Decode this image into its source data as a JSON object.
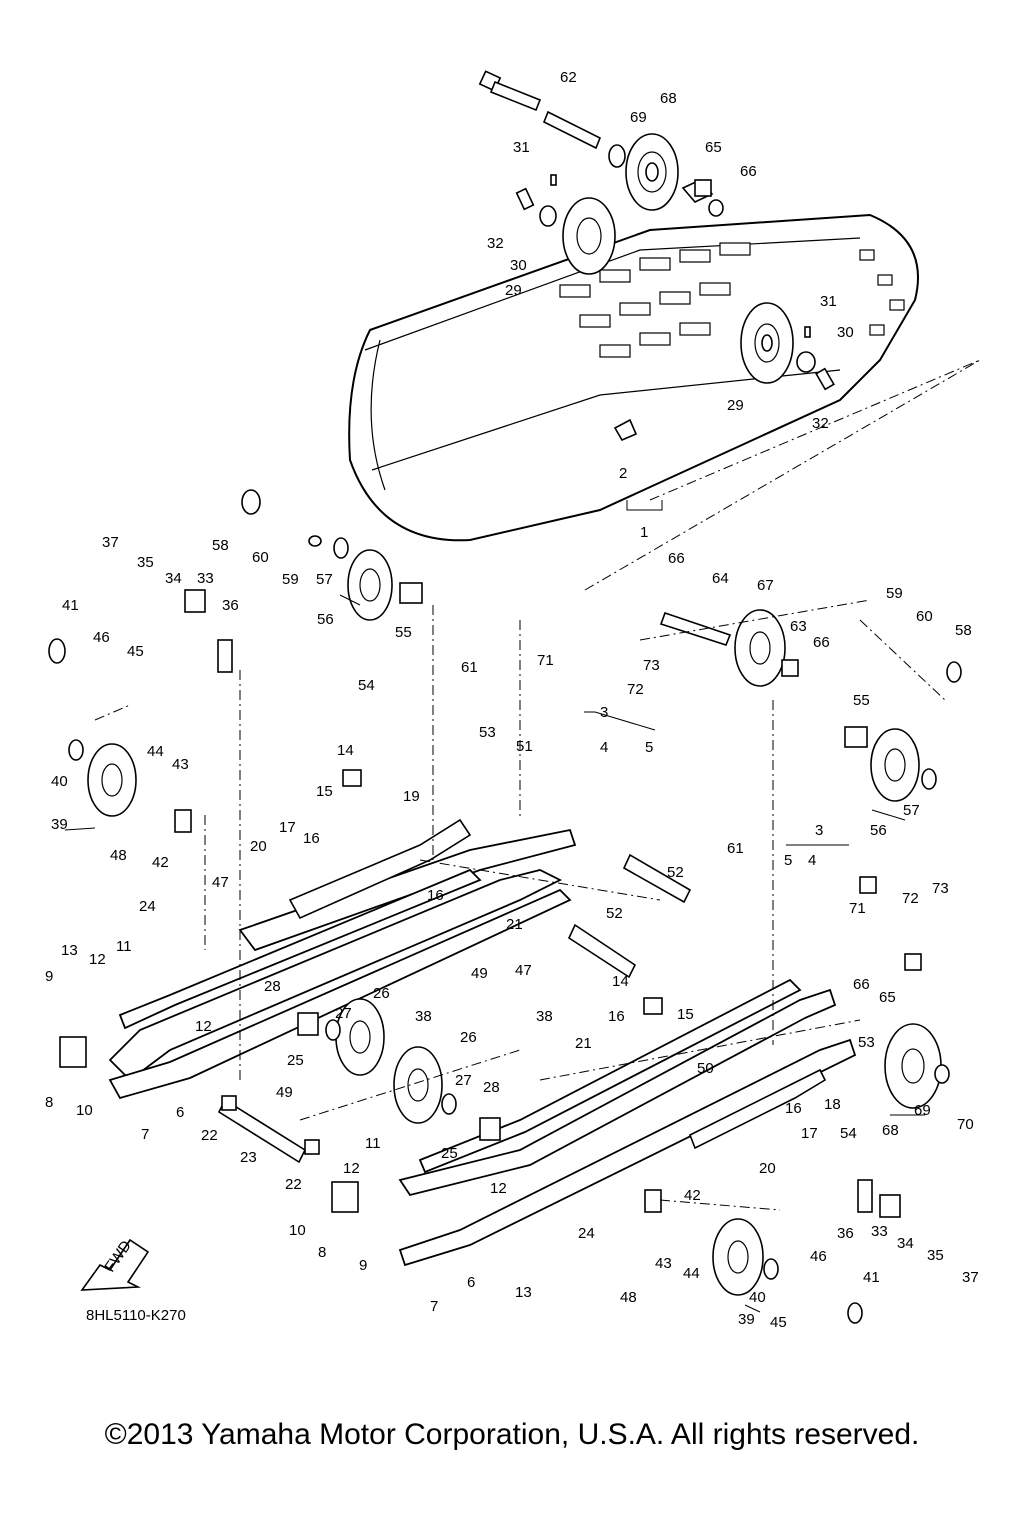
{
  "diagram": {
    "ref_code": "8HL5110-K270",
    "copyright": "©2013 Yamaha Motor Corporation, U.S.A. All rights reserved.",
    "fwd_label": "FWD",
    "callouts": [
      {
        "id": "c62",
        "text": "62"
      },
      {
        "id": "c68",
        "text": "68"
      },
      {
        "id": "c69",
        "text": "69"
      },
      {
        "id": "c31a",
        "text": "31"
      },
      {
        "id": "c65a",
        "text": "65"
      },
      {
        "id": "c66a",
        "text": "66"
      },
      {
        "id": "c32a",
        "text": "32"
      },
      {
        "id": "c30a",
        "text": "30"
      },
      {
        "id": "c29a",
        "text": "29"
      },
      {
        "id": "c31b",
        "text": "31"
      },
      {
        "id": "c30b",
        "text": "30"
      },
      {
        "id": "c29b",
        "text": "29"
      },
      {
        "id": "c32b",
        "text": "32"
      },
      {
        "id": "c2",
        "text": "2"
      },
      {
        "id": "c1",
        "text": "1"
      },
      {
        "id": "c58a",
        "text": "58"
      },
      {
        "id": "c60a",
        "text": "60"
      },
      {
        "id": "c59a",
        "text": "59"
      },
      {
        "id": "c57a",
        "text": "57"
      },
      {
        "id": "c56a",
        "text": "56"
      },
      {
        "id": "c55a",
        "text": "55"
      },
      {
        "id": "c37a",
        "text": "37"
      },
      {
        "id": "c35a",
        "text": "35"
      },
      {
        "id": "c34a",
        "text": "34"
      },
      {
        "id": "c33a",
        "text": "33"
      },
      {
        "id": "c36a",
        "text": "36"
      },
      {
        "id": "c41a",
        "text": "41"
      },
      {
        "id": "c46a",
        "text": "46"
      },
      {
        "id": "c45a",
        "text": "45"
      },
      {
        "id": "c66b",
        "text": "66"
      },
      {
        "id": "c64",
        "text": "64"
      },
      {
        "id": "c67",
        "text": "67"
      },
      {
        "id": "c63",
        "text": "63"
      },
      {
        "id": "c66c",
        "text": "66"
      },
      {
        "id": "c59b",
        "text": "59"
      },
      {
        "id": "c60b",
        "text": "60"
      },
      {
        "id": "c58b",
        "text": "58"
      },
      {
        "id": "c71a",
        "text": "71"
      },
      {
        "id": "c73a",
        "text": "73"
      },
      {
        "id": "c72a",
        "text": "72"
      },
      {
        "id": "c61a",
        "text": "61"
      },
      {
        "id": "c54a",
        "text": "54"
      },
      {
        "id": "c55b",
        "text": "55"
      },
      {
        "id": "c53a",
        "text": "53"
      },
      {
        "id": "c3a",
        "text": "3"
      },
      {
        "id": "c4a",
        "text": "4"
      },
      {
        "id": "c5a",
        "text": "5"
      },
      {
        "id": "c51",
        "text": "51"
      },
      {
        "id": "c14a",
        "text": "14"
      },
      {
        "id": "c19",
        "text": "19"
      },
      {
        "id": "c15a",
        "text": "15"
      },
      {
        "id": "c44a",
        "text": "44"
      },
      {
        "id": "c43a",
        "text": "43"
      },
      {
        "id": "c40a",
        "text": "40"
      },
      {
        "id": "c39a",
        "text": "39"
      },
      {
        "id": "c48a",
        "text": "48"
      },
      {
        "id": "c42a",
        "text": "42"
      },
      {
        "id": "c17a",
        "text": "17"
      },
      {
        "id": "c16a",
        "text": "16"
      },
      {
        "id": "c20a",
        "text": "20"
      },
      {
        "id": "c47a",
        "text": "47"
      },
      {
        "id": "c57b",
        "text": "57"
      },
      {
        "id": "c56b",
        "text": "56"
      },
      {
        "id": "c3b",
        "text": "3"
      },
      {
        "id": "c5b",
        "text": "5"
      },
      {
        "id": "c4b",
        "text": "4"
      },
      {
        "id": "c61b",
        "text": "61"
      },
      {
        "id": "c71b",
        "text": "71"
      },
      {
        "id": "c72b",
        "text": "72"
      },
      {
        "id": "c73b",
        "text": "73"
      },
      {
        "id": "c52a",
        "text": "52"
      },
      {
        "id": "c16b",
        "text": "16"
      },
      {
        "id": "c24a",
        "text": "24"
      },
      {
        "id": "c21a",
        "text": "21"
      },
      {
        "id": "c52b",
        "text": "52"
      },
      {
        "id": "c13a",
        "text": "13"
      },
      {
        "id": "c12a",
        "text": "12"
      },
      {
        "id": "c11a",
        "text": "11"
      },
      {
        "id": "c9a",
        "text": "9"
      },
      {
        "id": "c28a",
        "text": "28"
      },
      {
        "id": "c26a",
        "text": "26"
      },
      {
        "id": "c49a",
        "text": "49"
      },
      {
        "id": "c47b",
        "text": "47"
      },
      {
        "id": "c66d",
        "text": "66"
      },
      {
        "id": "c65b",
        "text": "65"
      },
      {
        "id": "c38a",
        "text": "38"
      },
      {
        "id": "c27a",
        "text": "27"
      },
      {
        "id": "c14b",
        "text": "14"
      },
      {
        "id": "c12b",
        "text": "12"
      },
      {
        "id": "c8a",
        "text": "8"
      },
      {
        "id": "c10a",
        "text": "10"
      },
      {
        "id": "c25a",
        "text": "25"
      },
      {
        "id": "c26b",
        "text": "26"
      },
      {
        "id": "c38b",
        "text": "38"
      },
      {
        "id": "c16c",
        "text": "16"
      },
      {
        "id": "c15b",
        "text": "15"
      },
      {
        "id": "c21b",
        "text": "21"
      },
      {
        "id": "c50",
        "text": "50"
      },
      {
        "id": "c53b",
        "text": "53"
      },
      {
        "id": "c49b",
        "text": "49"
      },
      {
        "id": "c27b",
        "text": "27"
      },
      {
        "id": "c7a",
        "text": "7"
      },
      {
        "id": "c6a",
        "text": "6"
      },
      {
        "id": "c28b",
        "text": "28"
      },
      {
        "id": "c22a",
        "text": "22"
      },
      {
        "id": "c18",
        "text": "18"
      },
      {
        "id": "c54b",
        "text": "54"
      },
      {
        "id": "c69b",
        "text": "69"
      },
      {
        "id": "c70",
        "text": "70"
      },
      {
        "id": "c68b",
        "text": "68"
      },
      {
        "id": "c16d",
        "text": "16"
      },
      {
        "id": "c17b",
        "text": "17"
      },
      {
        "id": "c23",
        "text": "23"
      },
      {
        "id": "c11b",
        "text": "11"
      },
      {
        "id": "c25b",
        "text": "25"
      },
      {
        "id": "c22b",
        "text": "22"
      },
      {
        "id": "c12c",
        "text": "12"
      },
      {
        "id": "c20b",
        "text": "20"
      },
      {
        "id": "c12d",
        "text": "12"
      },
      {
        "id": "c42b",
        "text": "42"
      },
      {
        "id": "c10b",
        "text": "10"
      },
      {
        "id": "c8b",
        "text": "8"
      },
      {
        "id": "c9b",
        "text": "9"
      },
      {
        "id": "c24b",
        "text": "24"
      },
      {
        "id": "c36b",
        "text": "36"
      },
      {
        "id": "c33b",
        "text": "33"
      },
      {
        "id": "c34b",
        "text": "34"
      },
      {
        "id": "c35b",
        "text": "35"
      },
      {
        "id": "c37b",
        "text": "37"
      },
      {
        "id": "c43b",
        "text": "43"
      },
      {
        "id": "c44b",
        "text": "44"
      },
      {
        "id": "c46b",
        "text": "46"
      },
      {
        "id": "c41b",
        "text": "41"
      },
      {
        "id": "c6b",
        "text": "6"
      },
      {
        "id": "c13b",
        "text": "13"
      },
      {
        "id": "c48b",
        "text": "48"
      },
      {
        "id": "c40b",
        "text": "40"
      },
      {
        "id": "c45b",
        "text": "45"
      },
      {
        "id": "c39b",
        "text": "39"
      },
      {
        "id": "c7b",
        "text": "7"
      }
    ]
  }
}
